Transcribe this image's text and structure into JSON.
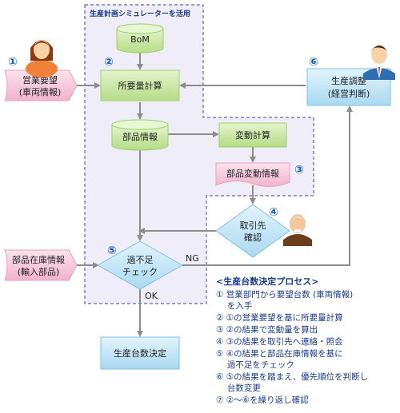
{
  "diagram": {
    "region_label": "生産計画シミュレーターを活用",
    "nodes": {
      "bom": "BoM",
      "requirement_calc": "所要量計算",
      "parts_info": "部品情報",
      "variation_calc": "変動計算",
      "parts_variation_info": "部品変動情報",
      "supplier_confirm_line1": "取引先",
      "supplier_confirm_line2": "確認",
      "shortage_check_line1": "過不足",
      "shortage_check_line2": "チェック",
      "production_decision": "生産台数決定",
      "sales_request_line1": "営業要望",
      "sales_request_line2": "(車両情報)",
      "parts_stock_line1": "部品在庫情報",
      "parts_stock_line2": "(輸入部品)",
      "production_adjust_line1": "生産調整",
      "production_adjust_line2": "(経営判断)"
    },
    "edge_labels": {
      "ng": "NG",
      "ok": "OK"
    },
    "markers": {
      "m1": "①",
      "m2": "②",
      "m3": "③",
      "m4": "④",
      "m5": "⑤",
      "m6": "⑥"
    }
  },
  "process": {
    "title": "<生産台数決定プロセス>",
    "lines": [
      "① 営業部門から要望台数 (車両情報)",
      "　 を入手",
      "② ①の営業要望を基に所要量計算",
      "③ ②の結果で変動量を算出",
      "④ ③の結果を取引先へ連絡・照会",
      "⑤ ④の結果と部品在庫情報を基に",
      "　 過不足をチェック",
      "⑥ ⑤の結果を踏まえ、優先順位を判断し",
      "　 台数変更",
      "⑦ ②～⑥を繰り返し確認"
    ]
  },
  "colors": {
    "green_box": "#c8e6a0",
    "blue_box": "#bfe4f6",
    "pink_box": "#f6c6d8",
    "arrow": "#8c8c8c",
    "region_border": "#6a5fb0",
    "region_fill": "#efedf8",
    "accent_text": "#1a3a8a"
  }
}
